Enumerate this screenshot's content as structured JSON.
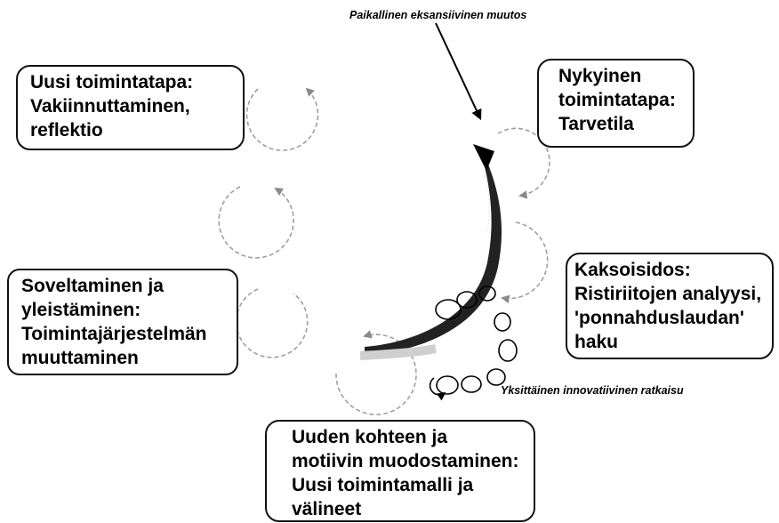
{
  "boxes": {
    "uusi": [
      "Uusi toimintatapa:",
      "Vakiinnuttaminen,",
      "reflektio"
    ],
    "nykyinen": [
      "Nykyinen",
      "toimintatapa:",
      "Tarvetila"
    ],
    "kaksoisidos": [
      "Kaksoisidos:",
      "Ristiriitojen analyysi,",
      "'ponnahduslaudan'",
      "haku"
    ],
    "soveltaminen": [
      "Soveltaminen ja",
      "yleistäminen:",
      "Toimintajärjestelmän",
      "muuttaminen"
    ],
    "uuden": [
      "Uuden kohteen ja",
      "motiivin muodostaminen:",
      "Uusi toimintamalli ja",
      "välineet"
    ]
  },
  "labels": {
    "top": "Paikallinen eksansiivinen muutos",
    "bottom": "Yksittäinen innovatiivinen ratkaisu"
  },
  "colors": {
    "cycle_stroke": "#9a9a9a",
    "box_border": "#111111",
    "arrow": "#000000"
  }
}
